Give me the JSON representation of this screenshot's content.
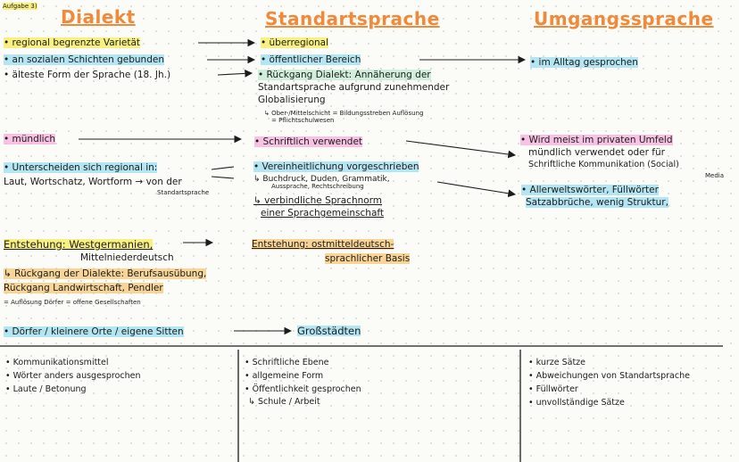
{
  "task_label": "Aufgabe 3)",
  "headings": {
    "dialekt": "Dialekt",
    "standard": "Standartsprache",
    "umgang": "Umgangssprache"
  },
  "dialekt": {
    "l1": "• regional begrenzte Varietät",
    "l2": "• an sozialen Schichten gebunden",
    "l3": "• älteste Form der Sprache (18. Jh.)",
    "l4": "• mündlich",
    "l5": "• Unterscheiden sich regional in:",
    "l6": "Laut, Wortschatz, Wortform → von der",
    "l7": "Standartsprache",
    "l8": "Entstehung: Westgermanien,",
    "l9": "Mittelniederdeutsch",
    "l10": "↳ Rückgang der Dialekte: Berufsausübung,",
    "l11": "Rückgang Landwirtschaft, Pendler",
    "l12": "= Auflösung Dörfer = offene Gesellschaften",
    "l13": "• Dörfer / kleinere Orte / eigene Sitten"
  },
  "standard": {
    "l1": "• überregional",
    "l2": "• öffentlicher Bereich",
    "l3": "• Rückgang Dialekt: Annäherung der",
    "l4": "Standartsprache aufgrund zunehmender",
    "l5": "Globalisierung",
    "l6": "↳ Ober-/Mittelschicht = Bildungsstreben Auflösung",
    "l7": "= Pflichtschulwesen",
    "l8": "• Schriftlich verwendet",
    "l9": "• Vereinheitlichung vorgeschrieben",
    "l10": "↳ Buchdruck, Duden, Grammatik,",
    "l11": "Aussprache, Rechtschreibung",
    "l12": "↳ verbindliche Sprachnorm",
    "l13": "einer Sprachgemeinschaft",
    "l14": "Entstehung: ostmitteldeutsch-",
    "l15": "sprachlicher Basis",
    "l16": "Großstädten"
  },
  "umgang": {
    "l1": "• im Alltag gesprochen",
    "l2": "• Wird meist im privaten Umfeld",
    "l3": "mündlich verwendet oder für",
    "l4": "Schriftliche Kommunikation (Social)",
    "l5": "Media",
    "l6": "• Allerweltswörter, Füllwörter",
    "l7": "Satzabbrüche, wenig Struktur,"
  },
  "bottom": {
    "c1": [
      "• Kommunikationsmittel",
      "• Wörter anders ausgesprochen",
      "• Laute / Betonung"
    ],
    "c2": [
      "• Schriftliche Ebene",
      "• allgemeine Form",
      "• Öffentlichkeit gesprochen",
      "↳ Schule / Arbeit"
    ],
    "c3": [
      "• kurze Sätze",
      "• Abweichungen von Standartsprache",
      "• Füllwörter",
      "• unvollständige Sätze"
    ]
  }
}
